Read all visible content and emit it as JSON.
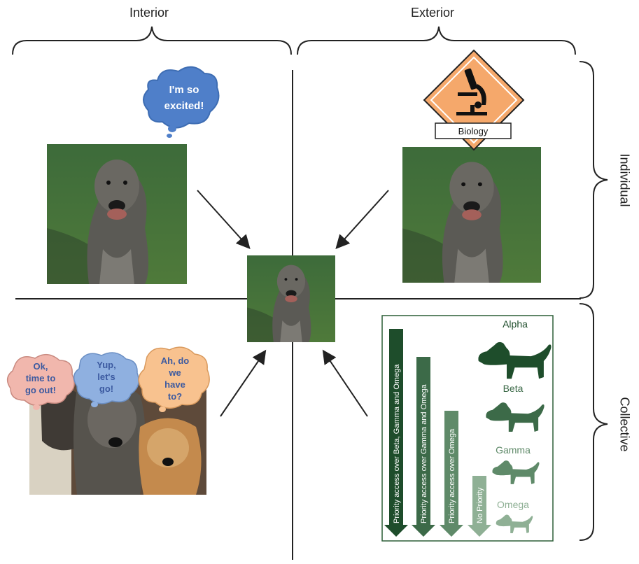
{
  "headers": {
    "interior": "Interior",
    "exterior": "Exterior",
    "individual": "Individual",
    "collective": "Collective"
  },
  "bubbles": {
    "excited": [
      "I'm so",
      "excited!"
    ],
    "ok": [
      "Ok,",
      "time to",
      "go out!"
    ],
    "yup": [
      "Yup,",
      "let's",
      "go!"
    ],
    "ah": [
      "Ah, do",
      "we",
      "have",
      "to?"
    ]
  },
  "biology_label": "Biology",
  "hierarchy": {
    "arrows": [
      "Priority access over Beta, Gamma and Omega",
      "Priority access over Gamma and Omega",
      "Priority access over Omega",
      "No Priority"
    ],
    "dogs": [
      "Alpha",
      "Beta",
      "Gamma",
      "Omega"
    ]
  },
  "colors": {
    "alpha": "#1e4d2b",
    "beta": "#3c6a48",
    "gamma": "#5f8a69",
    "omega": "#8fb095",
    "bubble_blue": "#4f7fc9",
    "bubble_light_blue": "#8fb0e0",
    "bubble_pink": "#f1b7ad",
    "bubble_orange": "#f8c28f",
    "hazard_orange": "#f5a86b"
  }
}
